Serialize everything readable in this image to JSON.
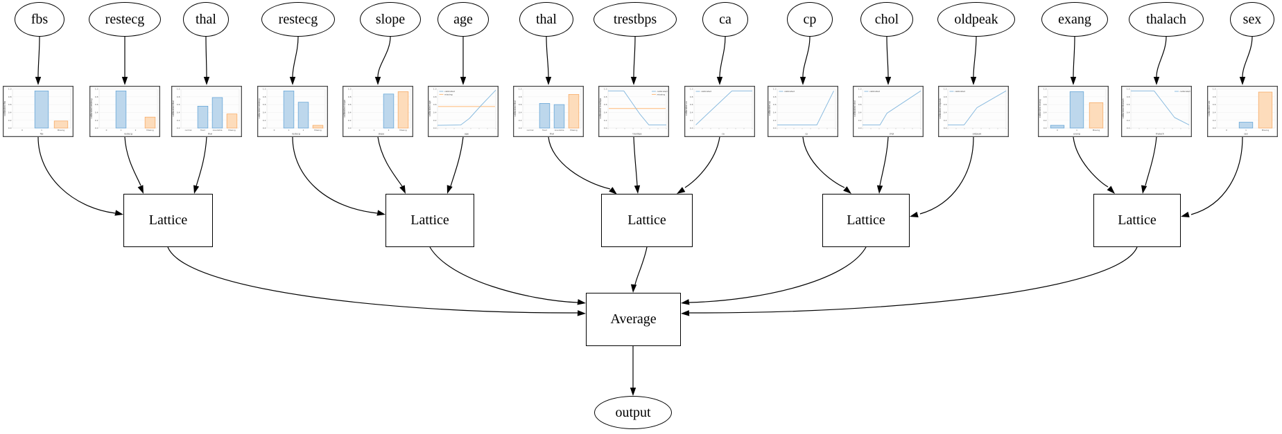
{
  "diagram": {
    "features": [
      {
        "label": "fbs"
      },
      {
        "label": "restecg"
      },
      {
        "label": "thal"
      },
      {
        "label": "restecg"
      },
      {
        "label": "slope"
      },
      {
        "label": "age"
      },
      {
        "label": "thal"
      },
      {
        "label": "trestbps"
      },
      {
        "label": "ca"
      },
      {
        "label": "cp"
      },
      {
        "label": "chol"
      },
      {
        "label": "oldpeak"
      },
      {
        "label": "exang"
      },
      {
        "label": "thalach"
      },
      {
        "label": "sex"
      }
    ],
    "lattices": [
      {
        "label": "Lattice"
      },
      {
        "label": "Lattice"
      },
      {
        "label": "Lattice"
      },
      {
        "label": "Lattice"
      },
      {
        "label": "Lattice"
      }
    ],
    "average": {
      "label": "Average"
    },
    "output": {
      "label": "output"
    },
    "colors": {
      "bar_blue_fill": "#bdd7ec",
      "bar_blue_stroke": "#5a9fd4",
      "bar_orange_fill": "#fddcbb",
      "bar_orange_stroke": "#f5a45a",
      "line_blue": "#8abbdf",
      "line_orange": "#ffb877",
      "edge": "#000000",
      "chart_border": "#4a4a4a"
    }
  },
  "chart_data": [
    {
      "type": "bar",
      "feature": "fbs",
      "ylabel": "calibrated fbs",
      "xlabel": "fbs",
      "categories": [
        "0",
        "1",
        "Missing"
      ],
      "values": [
        0,
        0.95,
        0.18
      ],
      "bar_colors": [
        "blue",
        "blue",
        "orange"
      ],
      "y_ticks": [
        "0.0",
        "0.2",
        "0.4",
        "0.6",
        "0.8",
        "1.0"
      ]
    },
    {
      "type": "bar",
      "feature": "restecg",
      "ylabel": "calibrated restecg",
      "xlabel": "restecg",
      "categories": [
        "0",
        "1",
        "2",
        "Missing"
      ],
      "values": [
        0,
        0.95,
        0,
        0.28
      ],
      "bar_colors": [
        "blue",
        "blue",
        "blue",
        "orange"
      ],
      "y_ticks": [
        "0.0",
        "0.2",
        "0.4",
        "0.6",
        "0.8",
        "1.0"
      ]
    },
    {
      "type": "bar",
      "feature": "thal",
      "ylabel": "calibrated thal",
      "xlabel": "thal",
      "categories": [
        "normal",
        "fixed",
        "reversible",
        "Missing"
      ],
      "values": [
        0,
        0.56,
        0.78,
        0.36
      ],
      "bar_colors": [
        "blue",
        "blue",
        "blue",
        "orange"
      ],
      "y_ticks": [
        "0.0",
        "0.2",
        "0.4",
        "0.6",
        "0.8",
        "1.0"
      ]
    },
    {
      "type": "bar",
      "feature": "restecg",
      "ylabel": "calibrated restecg",
      "xlabel": "restecg",
      "categories": [
        "0",
        "1",
        "2",
        "Missing"
      ],
      "values": [
        0,
        0.95,
        0.66,
        0.07
      ],
      "bar_colors": [
        "blue",
        "blue",
        "blue",
        "orange"
      ],
      "y_ticks": [
        "0.0",
        "0.2",
        "0.4",
        "0.6",
        "0.8",
        "1.0"
      ]
    },
    {
      "type": "bar",
      "feature": "slope",
      "ylabel": "calibrated slope",
      "xlabel": "slope",
      "categories": [
        "0",
        "1",
        "2",
        "Missing"
      ],
      "values": [
        0,
        0,
        0.87,
        0.93
      ],
      "bar_colors": [
        "blue",
        "blue",
        "blue",
        "orange"
      ],
      "y_ticks": [
        "0.0",
        "0.2",
        "0.4",
        "0.6",
        "0.8",
        "1.0"
      ]
    },
    {
      "type": "line",
      "feature": "age",
      "ylabel": "calibrated age",
      "xlabel": "age",
      "points": [
        [
          0,
          0.07
        ],
        [
          0.4,
          0.08
        ],
        [
          0.55,
          0.25
        ],
        [
          0.75,
          0.58
        ],
        [
          1,
          0.97
        ]
      ],
      "missing_value": 0.55,
      "legend": [
        "calibrated",
        "missing"
      ],
      "legend_pos": "tl",
      "y_ticks": [
        "0.0",
        "0.2",
        "0.4",
        "0.6",
        "0.8",
        "1.0"
      ]
    },
    {
      "type": "bar",
      "feature": "thal",
      "ylabel": "calibrated thal",
      "xlabel": "thal",
      "categories": [
        "normal",
        "fixed",
        "reversible",
        "Missing"
      ],
      "values": [
        0,
        0.63,
        0.6,
        0.86
      ],
      "bar_colors": [
        "blue",
        "blue",
        "blue",
        "orange"
      ],
      "y_ticks": [
        "0.0",
        "0.2",
        "0.4",
        "0.6",
        "0.8",
        "1.0"
      ]
    },
    {
      "type": "line",
      "feature": "trestbps",
      "ylabel": "calibrated trestbps",
      "xlabel": "trestbps",
      "points": [
        [
          0,
          0.95
        ],
        [
          0.27,
          0.95
        ],
        [
          0.55,
          0.35
        ],
        [
          0.7,
          0.08
        ],
        [
          1,
          0.08
        ]
      ],
      "missing_value": 0.5,
      "legend": [
        "calibrated",
        "missing"
      ],
      "legend_pos": "tr",
      "y_ticks": [
        "0.0",
        "0.2",
        "0.4",
        "0.6",
        "0.8",
        "1.0"
      ]
    },
    {
      "type": "line",
      "feature": "ca",
      "ylabel": "calibrated ca",
      "xlabel": "ca",
      "points": [
        [
          0.03,
          0.08
        ],
        [
          0.65,
          0.95
        ],
        [
          1,
          0.95
        ]
      ],
      "missing_value": null,
      "legend": [
        "calibrated"
      ],
      "legend_pos": "tl",
      "y_ticks": [
        "0.0",
        "0.2",
        "0.4",
        "0.6",
        "0.8",
        "1.0"
      ]
    },
    {
      "type": "line",
      "feature": "cp",
      "ylabel": "calibrated cp",
      "xlabel": "cp",
      "points": [
        [
          0,
          0.08
        ],
        [
          0.68,
          0.08
        ],
        [
          0.97,
          0.95
        ]
      ],
      "missing_value": null,
      "legend": [
        "calibrated"
      ],
      "legend_pos": "tl",
      "y_ticks": [
        "0.0",
        "0.2",
        "0.4",
        "0.6",
        "0.8",
        "1.0"
      ]
    },
    {
      "type": "line",
      "feature": "chol",
      "ylabel": "calibrated chol",
      "xlabel": "chol",
      "points": [
        [
          0,
          0.08
        ],
        [
          0.3,
          0.08
        ],
        [
          0.42,
          0.38
        ],
        [
          1,
          0.95
        ]
      ],
      "missing_value": null,
      "legend": [
        "calibrated"
      ],
      "legend_pos": "tl",
      "y_ticks": [
        "0.0",
        "0.2",
        "0.4",
        "0.6",
        "0.8",
        "1.0"
      ]
    },
    {
      "type": "line",
      "feature": "oldpeak",
      "ylabel": "calibrated oldpeak",
      "xlabel": "oldpeak",
      "points": [
        [
          0,
          0.08
        ],
        [
          0.28,
          0.08
        ],
        [
          0.5,
          0.52
        ],
        [
          1,
          0.95
        ]
      ],
      "missing_value": null,
      "legend": [
        "calibrated"
      ],
      "legend_pos": "tl",
      "y_ticks": [
        "0.0",
        "0.2",
        "0.4",
        "0.6",
        "0.8",
        "1.0"
      ]
    },
    {
      "type": "bar",
      "feature": "exang",
      "ylabel": "calibrated exang",
      "xlabel": "exang",
      "categories": [
        "0",
        "1",
        "Missing"
      ],
      "values": [
        0.07,
        0.93,
        0.65
      ],
      "bar_colors": [
        "blue",
        "blue",
        "orange"
      ],
      "y_ticks": [
        "0.0",
        "0.2",
        "0.4",
        "0.6",
        "0.8",
        "1.0"
      ]
    },
    {
      "type": "line",
      "feature": "thalach",
      "ylabel": "calibrated thalach",
      "xlabel": "thalach",
      "points": [
        [
          0,
          0.95
        ],
        [
          0.4,
          0.95
        ],
        [
          0.75,
          0.27
        ],
        [
          1,
          0.08
        ]
      ],
      "missing_value": null,
      "legend": [
        "calibrated"
      ],
      "legend_pos": "tr",
      "y_ticks": [
        "0.0",
        "0.2",
        "0.4",
        "0.6",
        "0.8",
        "1.0"
      ]
    },
    {
      "type": "bar",
      "feature": "sex",
      "ylabel": "calibrated sex",
      "xlabel": "sex",
      "categories": [
        "0",
        "1",
        "Missing"
      ],
      "values": [
        0,
        0.15,
        0.92
      ],
      "bar_colors": [
        "blue",
        "blue",
        "orange"
      ],
      "y_ticks": [
        "0.0",
        "0.2",
        "0.4",
        "0.6",
        "0.8",
        "1.0"
      ]
    }
  ]
}
